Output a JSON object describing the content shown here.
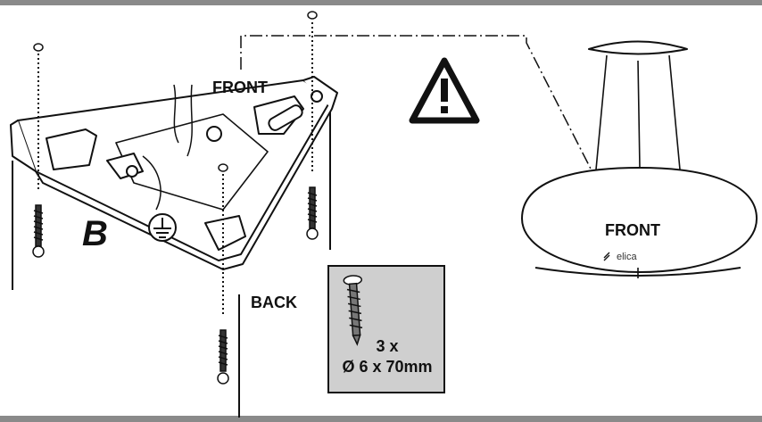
{
  "labels": {
    "front_top": "FRONT",
    "back": "BACK",
    "section_letter": "B",
    "front_hood": "FRONT",
    "brand": "elica"
  },
  "screw_box": {
    "quantity": "3 x",
    "size": "Ø 6 x 70mm"
  },
  "icons": {
    "warning": "warning-triangle-icon",
    "ground": "ground-symbol-icon",
    "screw": "screw-icon"
  },
  "colors": {
    "frame_bar": "#8a8a8a",
    "box_fill": "#cfcfcf",
    "line": "#111111"
  }
}
